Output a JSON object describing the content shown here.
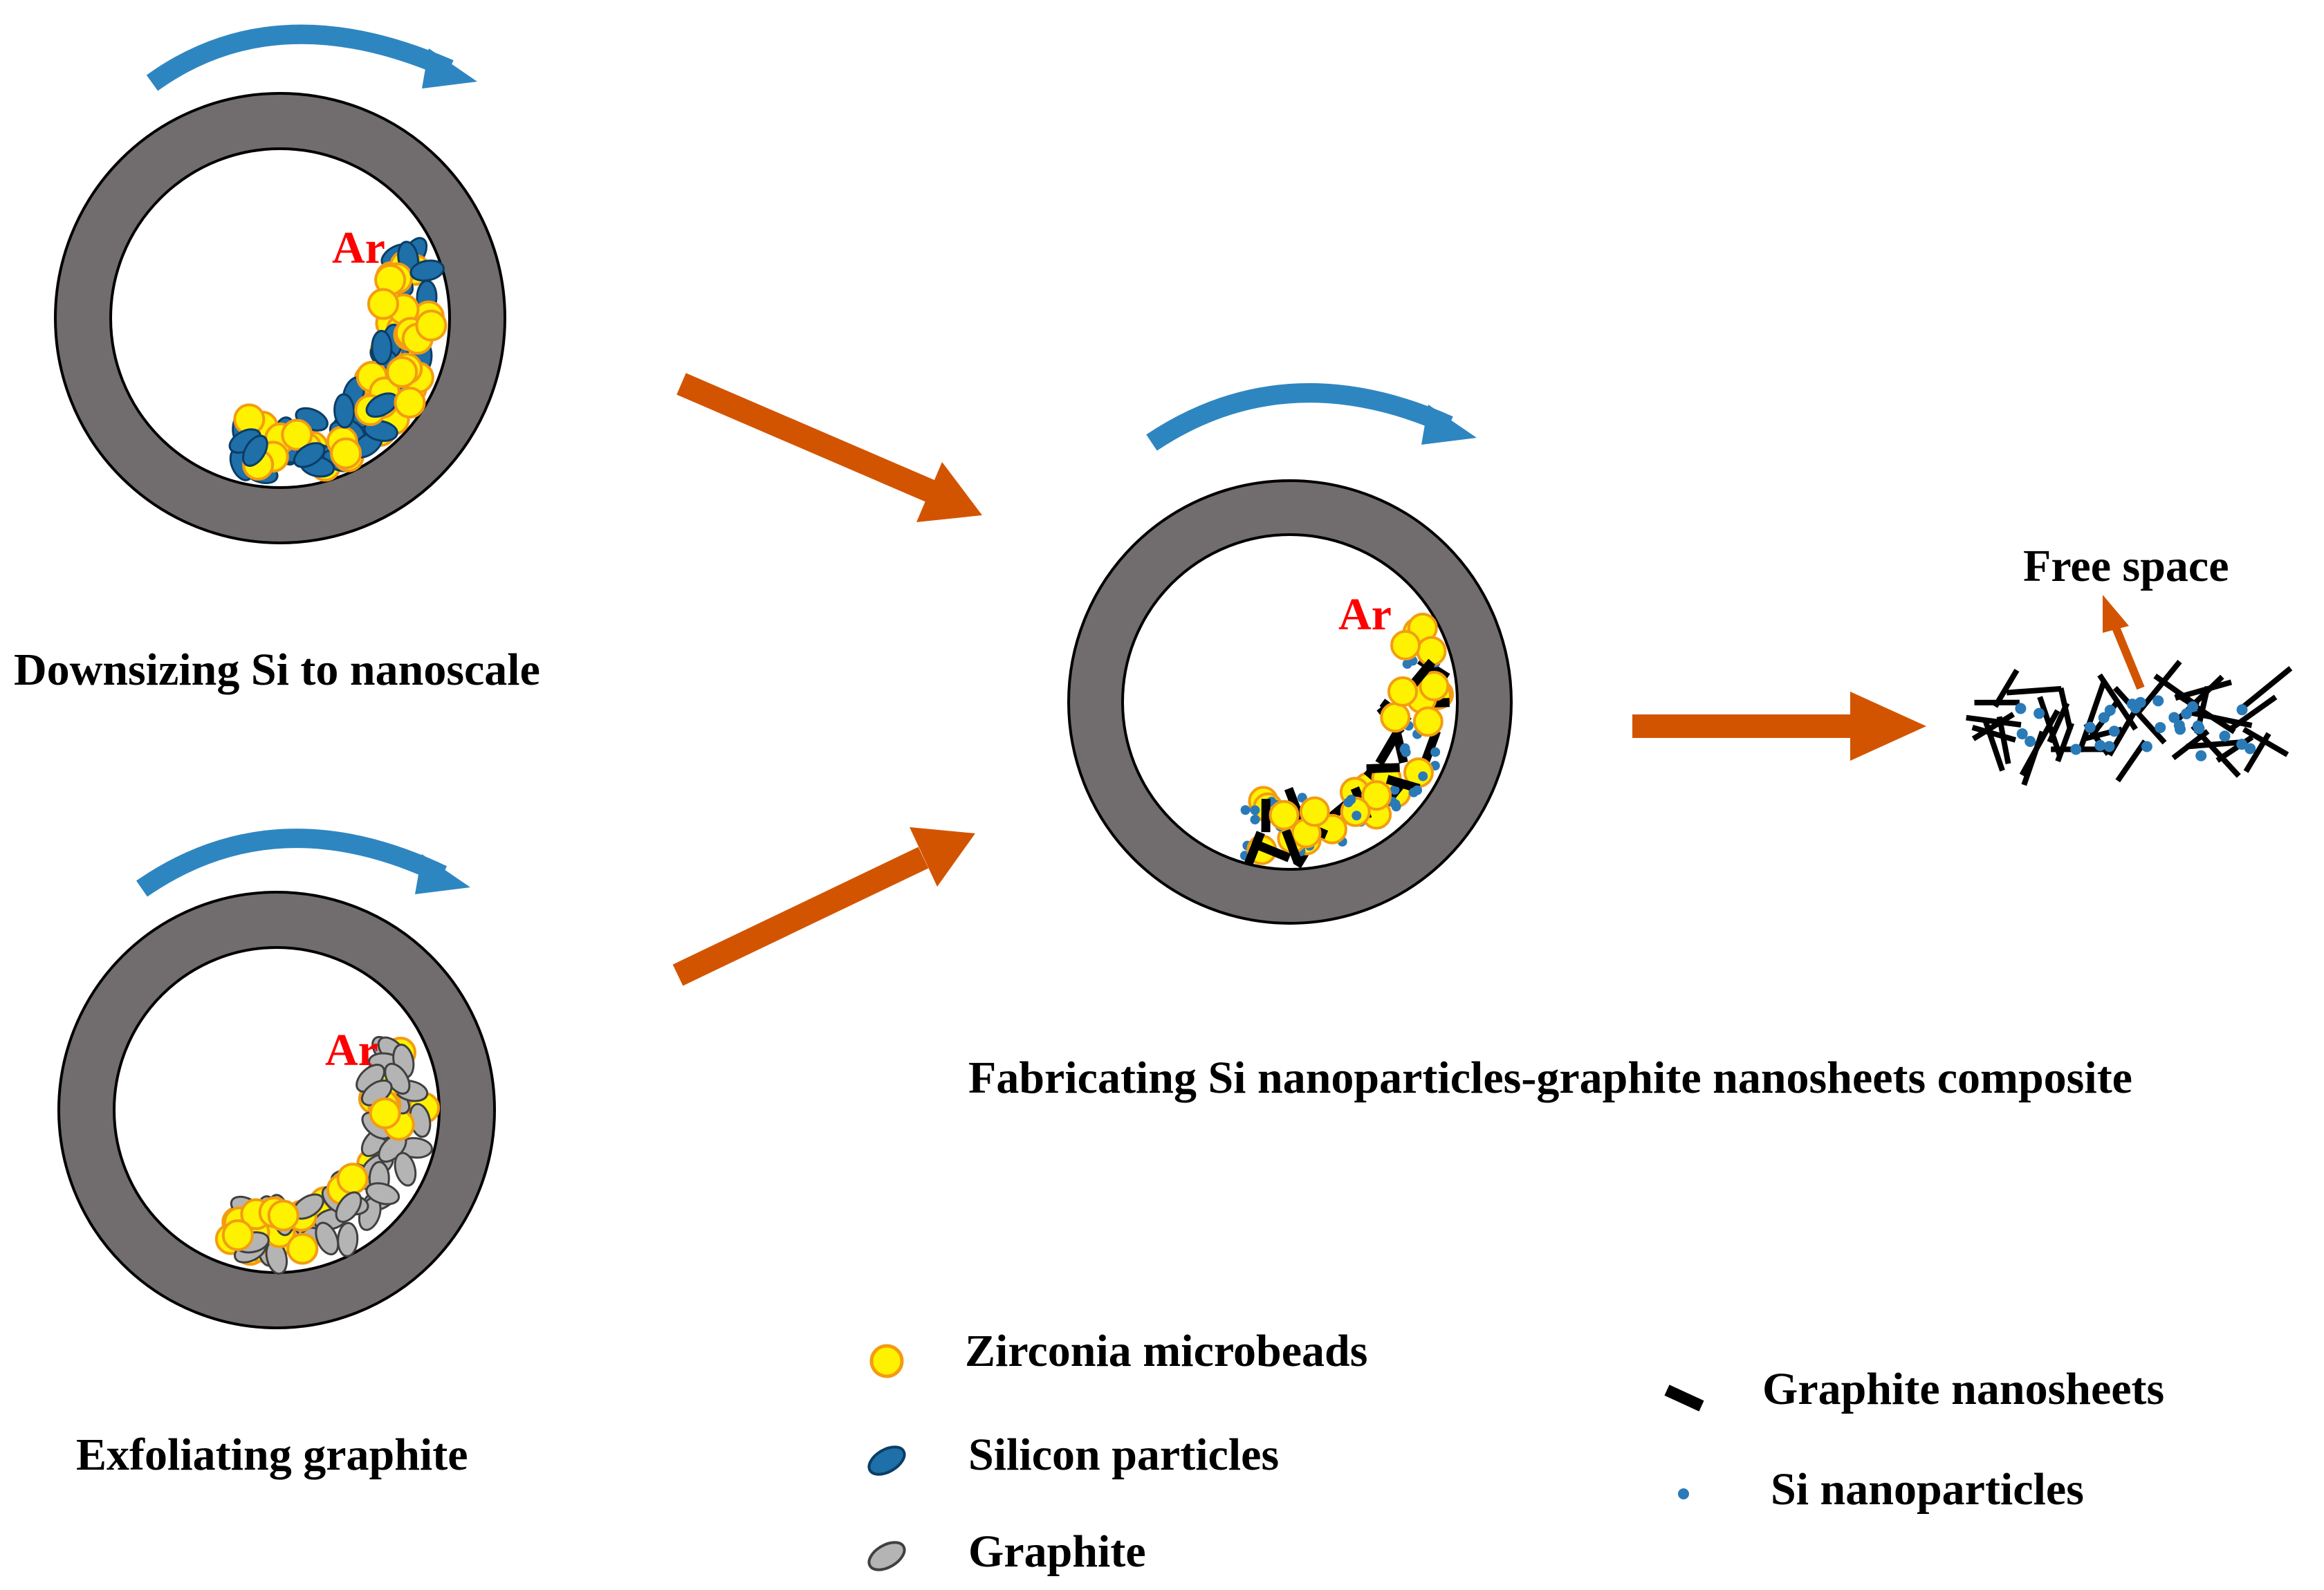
{
  "colors": {
    "drum": "#716c6d",
    "drum_edge": "#000000",
    "rotation_arrow": "#2e86c1",
    "process_arrow": "#d35400",
    "argon": "#ff0000",
    "zirconia_fill": "#fff200",
    "zirconia_edge": "#f39c12",
    "silicon_fill": "#1f6fa8",
    "silicon_edge": "#0b3d66",
    "graphite_fill": "#b4b4b4",
    "graphite_edge": "#404040",
    "nanosheet": "#000000",
    "si_nanoparticle": "#2a7ab8"
  },
  "mills": {
    "si": {
      "gas": "Ar",
      "caption": "Downsizing Si to nanoscale",
      "contents": [
        "zirconia microbeads",
        "silicon particles"
      ]
    },
    "graphite": {
      "gas": "Ar",
      "caption": "Exfoliating graphite",
      "contents": [
        "zirconia microbeads",
        "graphite"
      ]
    },
    "composite": {
      "gas": "Ar",
      "caption": "Fabricating Si nanoparticles-graphite nanosheets composite",
      "contents": [
        "zirconia microbeads",
        "graphite nanosheets",
        "si nanoparticles"
      ]
    }
  },
  "product": {
    "label": "Free space"
  },
  "legend": [
    {
      "key": "zirconia",
      "label": "Zirconia microbeads"
    },
    {
      "key": "silicon",
      "label": "Silicon particles"
    },
    {
      "key": "graphite",
      "label": "Graphite"
    },
    {
      "key": "nanosheet",
      "label": "Graphite nanosheets"
    },
    {
      "key": "nanoparticle",
      "label": "Si nanoparticles"
    }
  ]
}
